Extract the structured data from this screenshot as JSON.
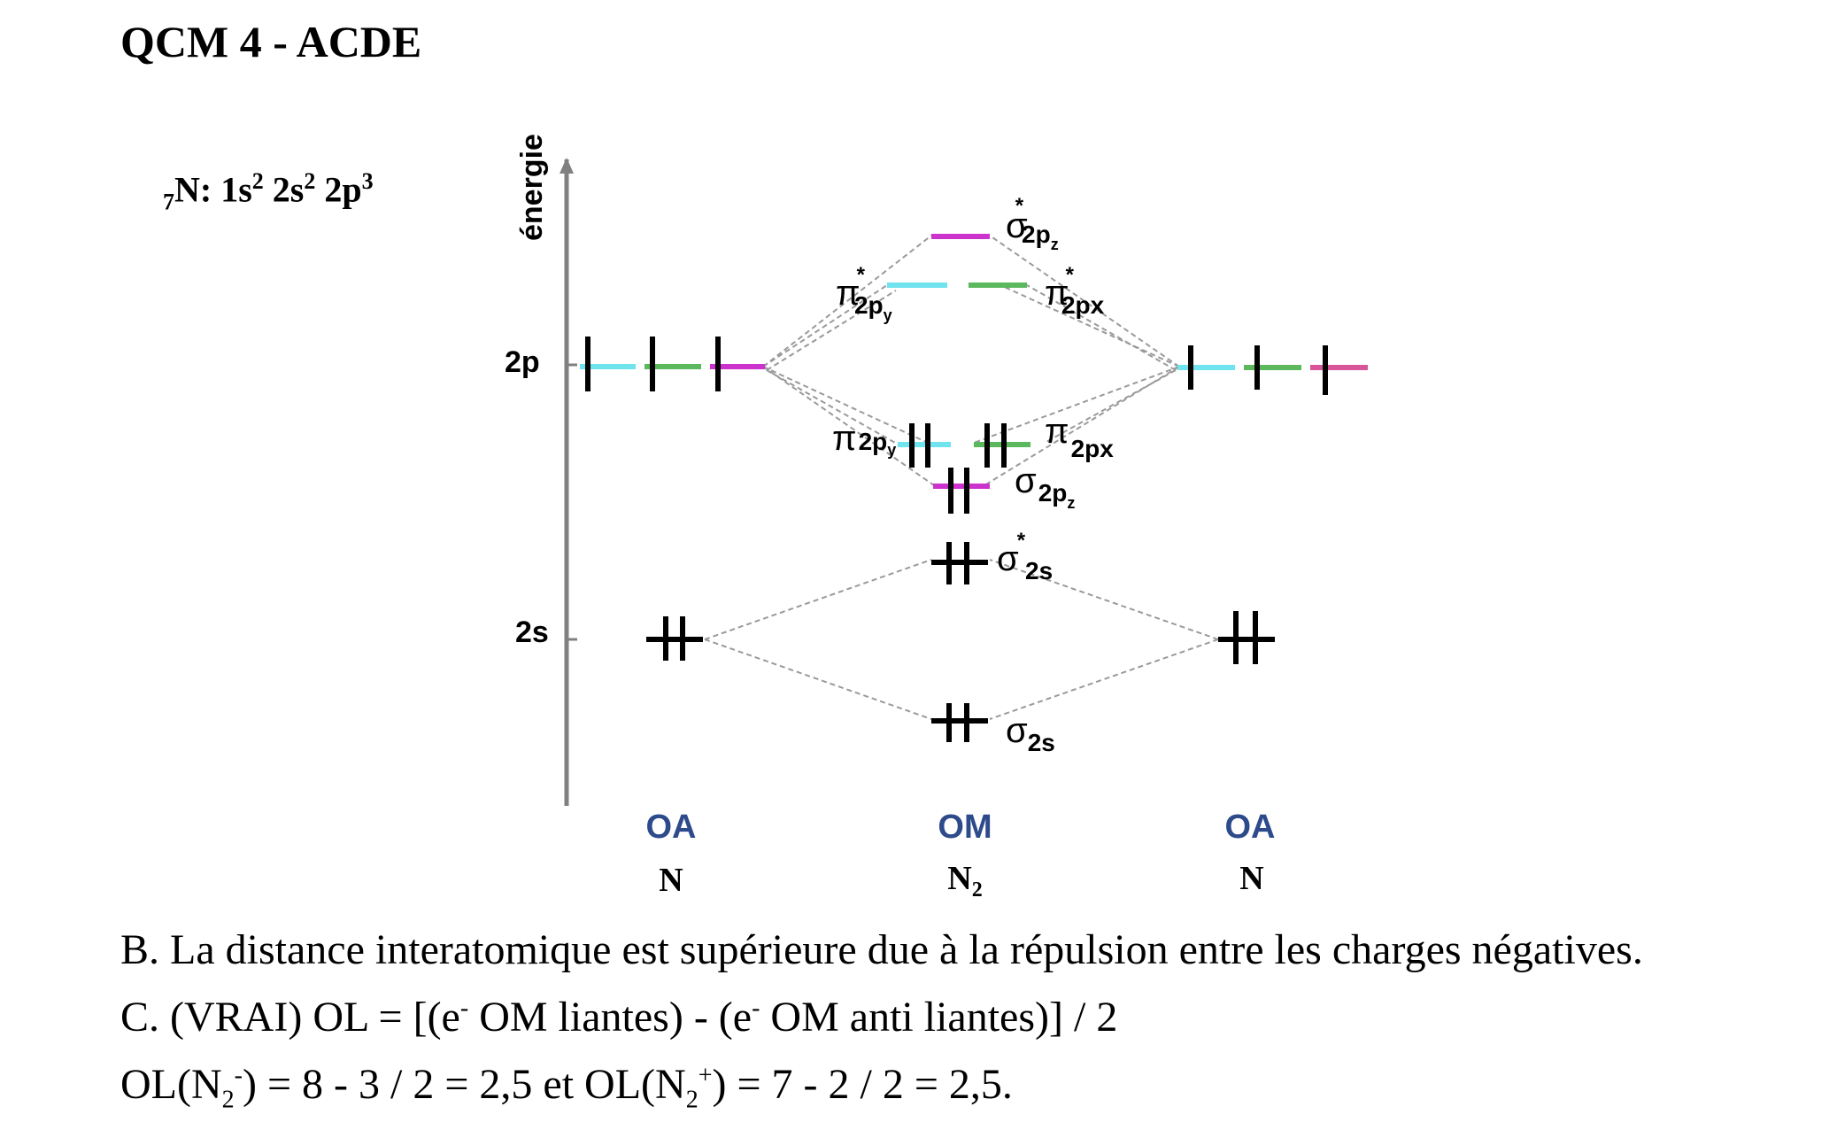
{
  "title": "QCM 4 - ACDE",
  "config": {
    "sub": "7",
    "main": "N: 1s",
    "s1": "2",
    "mid": " 2s",
    "s2": "2",
    "end": " 2p",
    "s3": "3"
  },
  "diagram": {
    "axis_label": "énergie",
    "level_2p": "2p",
    "level_2s": "2s",
    "col_left": "OA",
    "col_mid": "OM",
    "col_right": "OA",
    "atom_left": "N",
    "atom_mid": "N",
    "atom_mid_sub": "2",
    "atom_right": "N",
    "orbitals": {
      "sigma_star_2pz": {
        "sym": "σ",
        "star": "*",
        "sub": "2p",
        "subsub": "z"
      },
      "pi_star_2py": {
        "sym": "π",
        "star": "*",
        "sub": "2p",
        "subsub": "y"
      },
      "pi_star_2px": {
        "sym": "π",
        "star": "*",
        "sub": "2px"
      },
      "pi_2py": {
        "sym": "π",
        "sub": "2p",
        "subsub": "y"
      },
      "pi_2px": {
        "sym": "π",
        "sub": "2px"
      },
      "sigma_2pz": {
        "sym": "σ",
        "sub": "2p",
        "subsub": "z"
      },
      "sigma_star_2s": {
        "sym": "σ",
        "star": "*",
        "sub": "2s"
      },
      "sigma_2s": {
        "sym": "σ",
        "sub": "2s"
      }
    },
    "colors": {
      "cyan": "#6fe3ee",
      "green": "#5cb85c",
      "magenta": "#cc33cc",
      "pink": "#d9559a",
      "axis": "#808080",
      "label_blue": "#2d4a8a"
    }
  },
  "answers": {
    "b": "B. La distance interatomique est supérieure due à la répulsion entre les charges négatives.",
    "c1_a": "C. (VRAI) OL = [(e",
    "c1_sup": "-",
    "c1_b": " OM liantes) - (e",
    "c1_sup2": "-",
    "c1_c": " OM anti liantes)] / 2",
    "c2_a": "OL(N",
    "c2_sub": "2",
    "c2_sup": "-",
    "c2_b": ") = 8 - 3 / 2 = 2,5 et OL(N",
    "c2_sub2": "2",
    "c2_sup2": "+",
    "c2_c": ") = 7 - 2 / 2 = 2,5."
  }
}
